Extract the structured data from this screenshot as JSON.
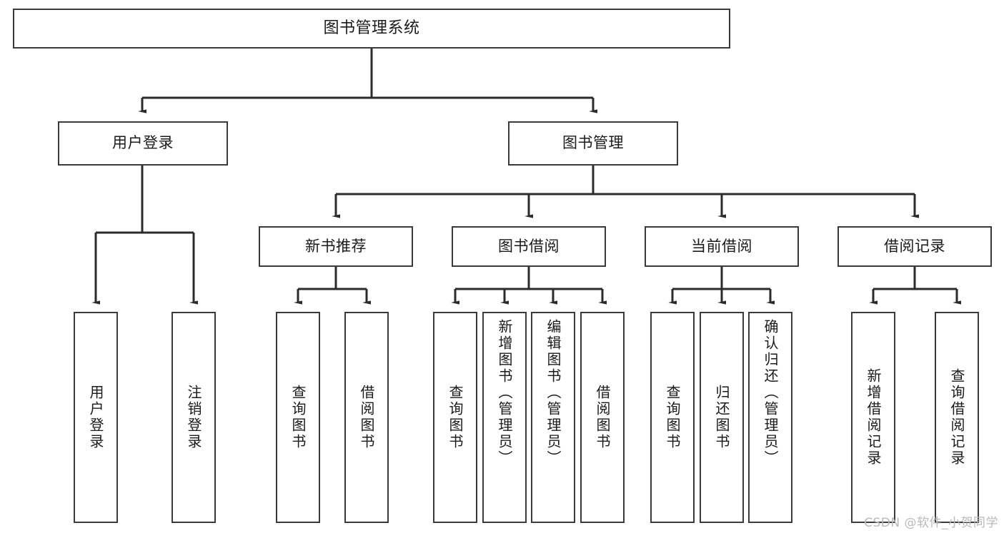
{
  "diagram": {
    "type": "hierarchy-tree",
    "title": "图书管理系统",
    "colors": {
      "box_border": "#3a3a3a",
      "box_fill": "#ffffff",
      "connector": "#2b2b2b",
      "text": "#1a1a1a",
      "watermark": "#b9b9b9"
    },
    "levels": {
      "root": {
        "label": "图书管理系统"
      },
      "level2": [
        {
          "id": "user-login",
          "label": "用户登录"
        },
        {
          "id": "book-management",
          "label": "图书管理"
        }
      ],
      "level3": [
        {
          "id": "new-book-recommend",
          "label": "新书推荐",
          "parent": "book-management"
        },
        {
          "id": "book-borrow",
          "label": "图书借阅",
          "parent": "book-management"
        },
        {
          "id": "current-borrow",
          "label": "当前借阅",
          "parent": "book-management"
        },
        {
          "id": "borrow-record",
          "label": "借阅记录",
          "parent": "book-management"
        }
      ],
      "leaves": {
        "user-login": [
          {
            "id": "leaf-user-login",
            "label": "用户登录"
          },
          {
            "id": "leaf-logout-login",
            "label": "注销登录"
          }
        ],
        "new-book-recommend": [
          {
            "id": "leaf-query-book-1",
            "label": "查询图书"
          },
          {
            "id": "leaf-borrow-book-1",
            "label": "借阅图书"
          }
        ],
        "book-borrow": [
          {
            "id": "leaf-query-book-2",
            "label": "查询图书"
          },
          {
            "id": "leaf-add-book",
            "label": "新增图书（管理员）"
          },
          {
            "id": "leaf-edit-book",
            "label": "编辑图书（管理员）"
          },
          {
            "id": "leaf-borrow-book-2",
            "label": "借阅图书"
          }
        ],
        "current-borrow": [
          {
            "id": "leaf-query-book-3",
            "label": "查询图书"
          },
          {
            "id": "leaf-return-book",
            "label": "归还图书"
          },
          {
            "id": "leaf-confirm-return",
            "label": "确认归还（管理员）"
          }
        ],
        "borrow-record": [
          {
            "id": "leaf-add-record",
            "label": "新增借阅记录"
          },
          {
            "id": "leaf-query-record",
            "label": "查询借阅记录"
          }
        ]
      }
    },
    "watermark": "CSDN @软件_小贺同学"
  }
}
